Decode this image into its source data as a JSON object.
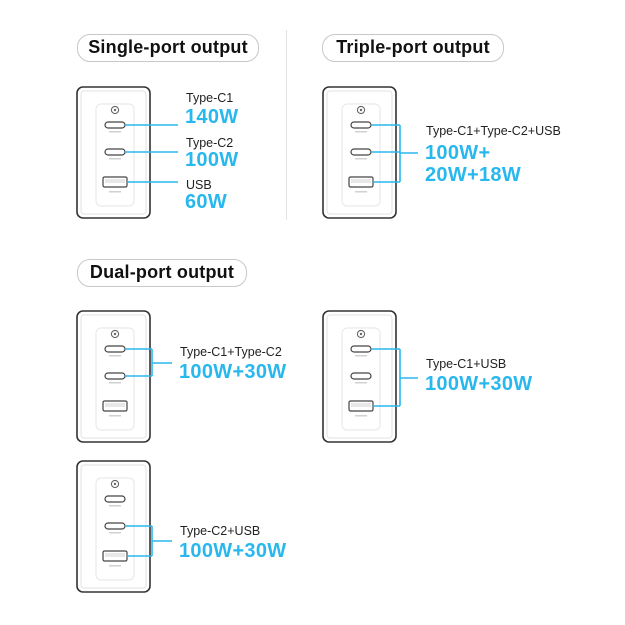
{
  "sections": {
    "single": "Single-port output",
    "triple": "Triple-port output",
    "dual": "Dual-port output"
  },
  "port_labels": {
    "c1": "Type-C1",
    "c2": "Type-C2",
    "usb": "USB"
  },
  "single": {
    "c1": {
      "label": "Type-C1",
      "watt": "140W"
    },
    "c2": {
      "label": "Type-C2",
      "watt": "100W"
    },
    "usb": {
      "label": "USB",
      "watt": "60W"
    }
  },
  "triple": {
    "label": "Type-C1+Type-C2+USB",
    "watt_line1": "100W+",
    "watt_line2": "20W+18W"
  },
  "dual_c1_c2": {
    "label": "Type-C1+Type-C2",
    "watt": "100W+30W"
  },
  "dual_c1_usb": {
    "label": "Type-C1+USB",
    "watt": "100W+30W"
  },
  "dual_c2_usb": {
    "label": "Type-C2+USB",
    "watt": "100W+30W"
  },
  "colors": {
    "accent": "#28b8ee",
    "outline": "#333333"
  }
}
